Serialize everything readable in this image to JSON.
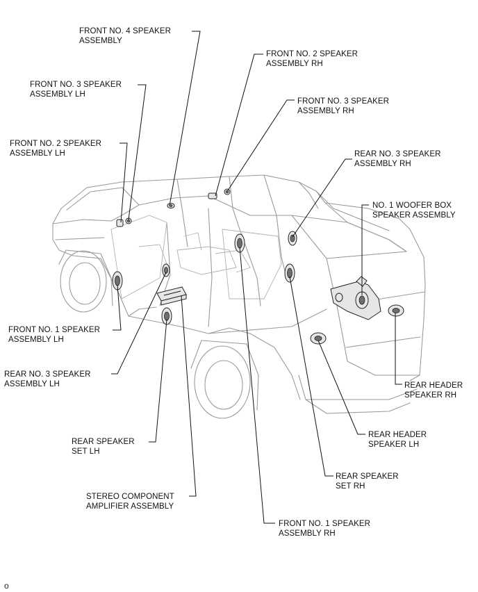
{
  "figure_id": "o",
  "labels": {
    "front_no4": [
      "FRONT NO. 4 SPEAKER",
      "ASSEMBLY"
    ],
    "front_no2_rh": [
      "FRONT NO. 2 SPEAKER",
      "ASSEMBLY RH"
    ],
    "front_no3_lh": [
      "FRONT NO. 3 SPEAKER",
      "ASSEMBLY LH"
    ],
    "front_no3_rh": [
      "FRONT NO. 3 SPEAKER",
      "ASSEMBLY RH"
    ],
    "front_no2_lh": [
      "FRONT NO. 2 SPEAKER",
      "ASSEMBLY LH"
    ],
    "rear_no3_rh": [
      "REAR NO. 3 SPEAKER",
      "ASSEMBLY RH"
    ],
    "woofer": [
      "NO. 1 WOOFER BOX",
      "SPEAKER ASSEMBLY"
    ],
    "front_no1_lh": [
      "FRONT NO. 1 SPEAKER",
      "ASSEMBLY LH"
    ],
    "rear_no3_lh": [
      "REAR NO. 3 SPEAKER",
      "ASSEMBLY LH"
    ],
    "rear_header_rh": [
      "REAR HEADER",
      "SPEAKER RH"
    ],
    "rear_speaker_lh": [
      "REAR SPEAKER",
      "SET LH"
    ],
    "rear_header_lh": [
      "REAR HEADER",
      "SPEAKER LH"
    ],
    "rear_speaker_rh": [
      "REAR SPEAKER",
      "SET RH"
    ],
    "amplifier": [
      "STEREO COMPONENT",
      "AMPLIFIER ASSEMBLY"
    ],
    "front_no1_rh": [
      "FRONT NO. 1 SPEAKER",
      "ASSEMBLY RH"
    ]
  }
}
